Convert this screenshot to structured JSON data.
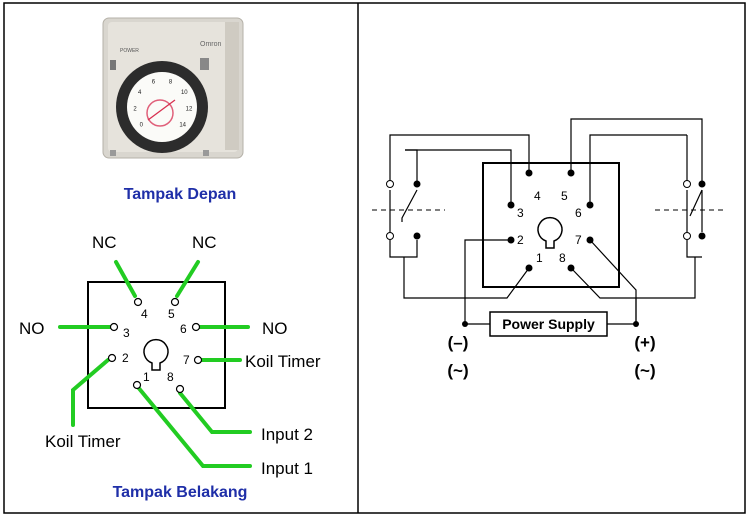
{
  "left_panel": {
    "front_caption": "Tampak Depan",
    "back_caption": "Tampak Belakang",
    "device": {
      "power_label": "POWER",
      "face_label": "Omron",
      "dial_numbers": [
        "0",
        "2",
        "4",
        "6",
        "8",
        "10",
        "12",
        "14"
      ]
    },
    "pin_numbers": [
      "1",
      "2",
      "3",
      "4",
      "5",
      "6",
      "7",
      "8"
    ],
    "labels": {
      "nc_left": "NC",
      "nc_right": "NC",
      "no_left": "NO",
      "no_right": "NO",
      "koil_right": "Koil Timer",
      "koil_left": "Koil Timer",
      "input2": "Input 2",
      "input1": "Input 1"
    }
  },
  "right_panel": {
    "pin_numbers": [
      "1",
      "2",
      "3",
      "4",
      "5",
      "6",
      "7",
      "8"
    ],
    "power_supply": "Power Supply",
    "minus": "(–)",
    "plus": "(+)",
    "ac_left": "(~)",
    "ac_right": "(~)"
  },
  "colors": {
    "caption": "#1f2fa8",
    "wire_green": "#22cc22",
    "line": "#000000",
    "border": "#000000"
  }
}
